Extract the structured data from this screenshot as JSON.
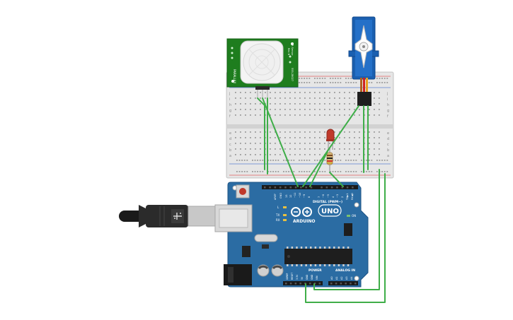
{
  "board": {
    "brand": "ARDUINO",
    "model": "UNO",
    "digital_label": "DIGITAL (PWM~)",
    "aref": "AREF",
    "gnd": "GND",
    "pin13": "13",
    "pin12": "12",
    "pin11": "~11",
    "pin10": "~10",
    "pin9": "~9",
    "pin8": "8",
    "pin7": "7",
    "pin6": "~6",
    "pin5": "~5",
    "pin4": "4",
    "pin3": "~3",
    "pin2": "2",
    "tx1": "TX▶1",
    "rx0": "RX◀0",
    "led_l": "L",
    "led_tx": "TX",
    "led_rx": "RX",
    "led_on": "ON",
    "power_label": "POWER",
    "analog_label": "ANALOG IN",
    "ioref": "IOREF",
    "reset": "RESET",
    "v33": "3.3V",
    "v5": "5V",
    "gnd1": "GND",
    "gnd2": "GND",
    "vin": "VIN",
    "a0": "A0",
    "a1": "A1",
    "a2": "A2",
    "a3": "A3",
    "a4": "A4",
    "a5": "A5"
  },
  "pir": {
    "label_left": "PARALLAX",
    "label_right_1": "PIR Sensor",
    "label_right_2": "Rev B",
    "label_right_3": "555-28027"
  },
  "breadboard": {
    "rows_top": [
      "j",
      "i",
      "h",
      "g",
      "f"
    ],
    "rows_bottom": [
      "e",
      "d",
      "c",
      "b",
      "a"
    ]
  },
  "colors": {
    "board": "#2b6ca3",
    "wire": "#3fae49",
    "pir_board": "#1e7d1e",
    "servo": "#1a5fb0",
    "led": "#c0392b"
  }
}
